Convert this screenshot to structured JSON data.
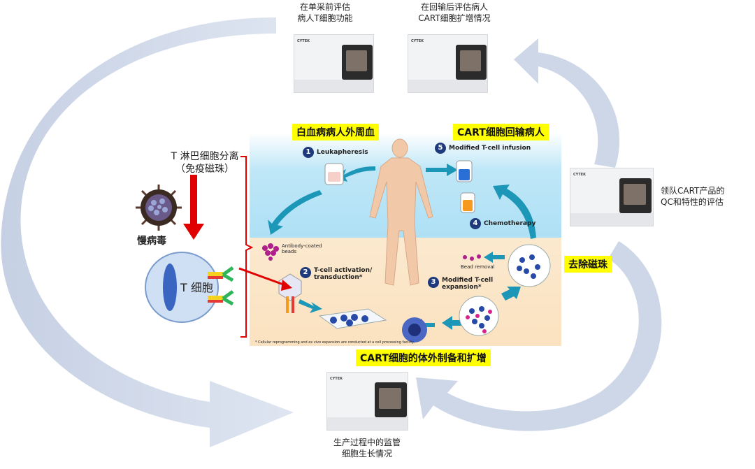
{
  "captions": {
    "top_left": [
      "在单采前评估",
      "病人T细胞功能"
    ],
    "top_right": [
      "在回输后评估病人",
      "CART细胞扩增情况"
    ],
    "right": [
      "领队CART产品的",
      "QC和特性的评估"
    ],
    "bottom": [
      "生产过程中的监管",
      "细胞生长情况"
    ]
  },
  "highlights": {
    "blood": "白血病病人外周血",
    "infusion": "CART细胞回输病人",
    "remove_beads": "去除磁珠",
    "manufacture": "CART细胞的体外制备和扩增"
  },
  "left": {
    "separation": [
      "T 淋巴细胞分离",
      "（免疫磁珠）"
    ],
    "virus": "慢病毒",
    "tcell": "T 细胞"
  },
  "steps": [
    {
      "num": "1",
      "label": "Leukapheresis"
    },
    {
      "num": "2",
      "label": "T-cell activation/",
      "label2": "transduction*"
    },
    {
      "num": "3",
      "label": "Modified T-cell",
      "label2": "expansion*"
    },
    {
      "num": "4",
      "label": "Chemotherapy"
    },
    {
      "num": "5",
      "label": "Modified T-cell infusion"
    }
  ],
  "small_labels": {
    "beads": [
      "Antibody-coated",
      "beads"
    ],
    "bead_removal": "Bead removal",
    "footnote": "* Cellular reprogramming and ex vivo expansion are conducted at a cell processing facility."
  },
  "brand": "CYTEK",
  "colors": {
    "highlight": "#ffff00",
    "big_arrow": "#c9d3e6",
    "teal_arrow": "#1c97b8",
    "step_circle": "#1f3a7a",
    "red_arrow": "#e00000"
  }
}
